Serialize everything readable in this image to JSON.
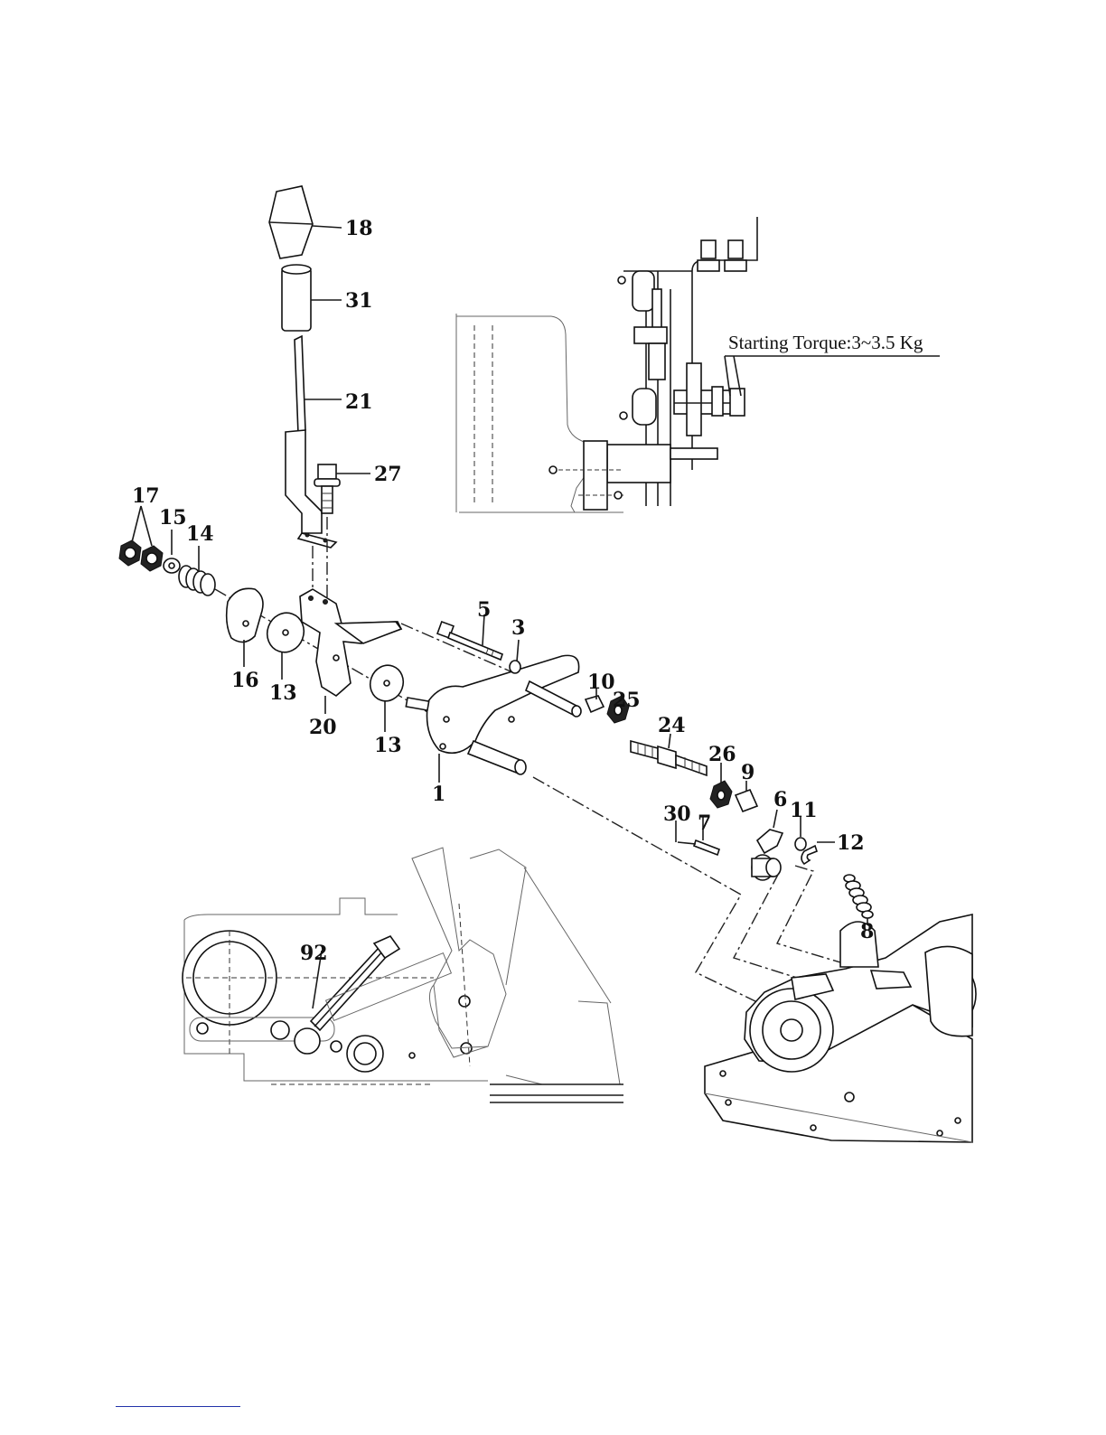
{
  "diagram": {
    "torque_note": "Starting Torque:3~3.5 Kg",
    "part_labels": [
      "18",
      "31",
      "21",
      "27",
      "17",
      "15",
      "14",
      "16",
      "13",
      "20",
      "13",
      "5",
      "3",
      "10",
      "25",
      "24",
      "1",
      "26",
      "9",
      "6",
      "30",
      "7",
      "11",
      "12",
      "8",
      "92"
    ]
  },
  "colors": {
    "ink": "#111111",
    "background": "#ffffff",
    "footer_rule": "#2233aa"
  }
}
